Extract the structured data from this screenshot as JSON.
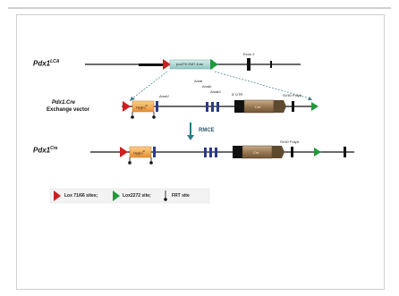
{
  "rows": {
    "lca": {
      "name": "Pdx1",
      "sup": "LCA"
    },
    "vector": {
      "line1": "Pdx1.Cre",
      "line2": "Exchange vector"
    },
    "cre": {
      "name": "Pdx1",
      "sup": "Cre"
    }
  },
  "lca_row": {
    "cassette_label": "puΔTK EM7-Kan",
    "exon_label": "Exon 2"
  },
  "vector_row": {
    "hygro_label": "Hygro",
    "hygro_sup": "R",
    "site_labels": [
      "AmaV",
      "AmaI",
      "AmaII",
      "AmaIII",
      "5' UTR",
      "SV40 PolyA"
    ],
    "cre_label": "Cre"
  },
  "rmce": {
    "label": "RMCE"
  },
  "cre_row": {
    "hygro_label": "Hygro",
    "hygro_sup": "R",
    "cre_label": "Cre",
    "polya_label": "SV40 PolyA"
  },
  "legend": {
    "lox7166": "Lox 71/66 sites;",
    "lox2272": "Lox2272 site;",
    "frt": "FRT site"
  },
  "colors": {
    "lox_red": "#cc1f1f",
    "lox_green": "#1f9a3b",
    "hygro_orange": "#f2a64a",
    "cassette_teal": "#a9d8d4",
    "cre_brown": "#9a7a55",
    "exon_navy": "#2b3a8c",
    "rmce_arrow": "#2d7a8a"
  }
}
